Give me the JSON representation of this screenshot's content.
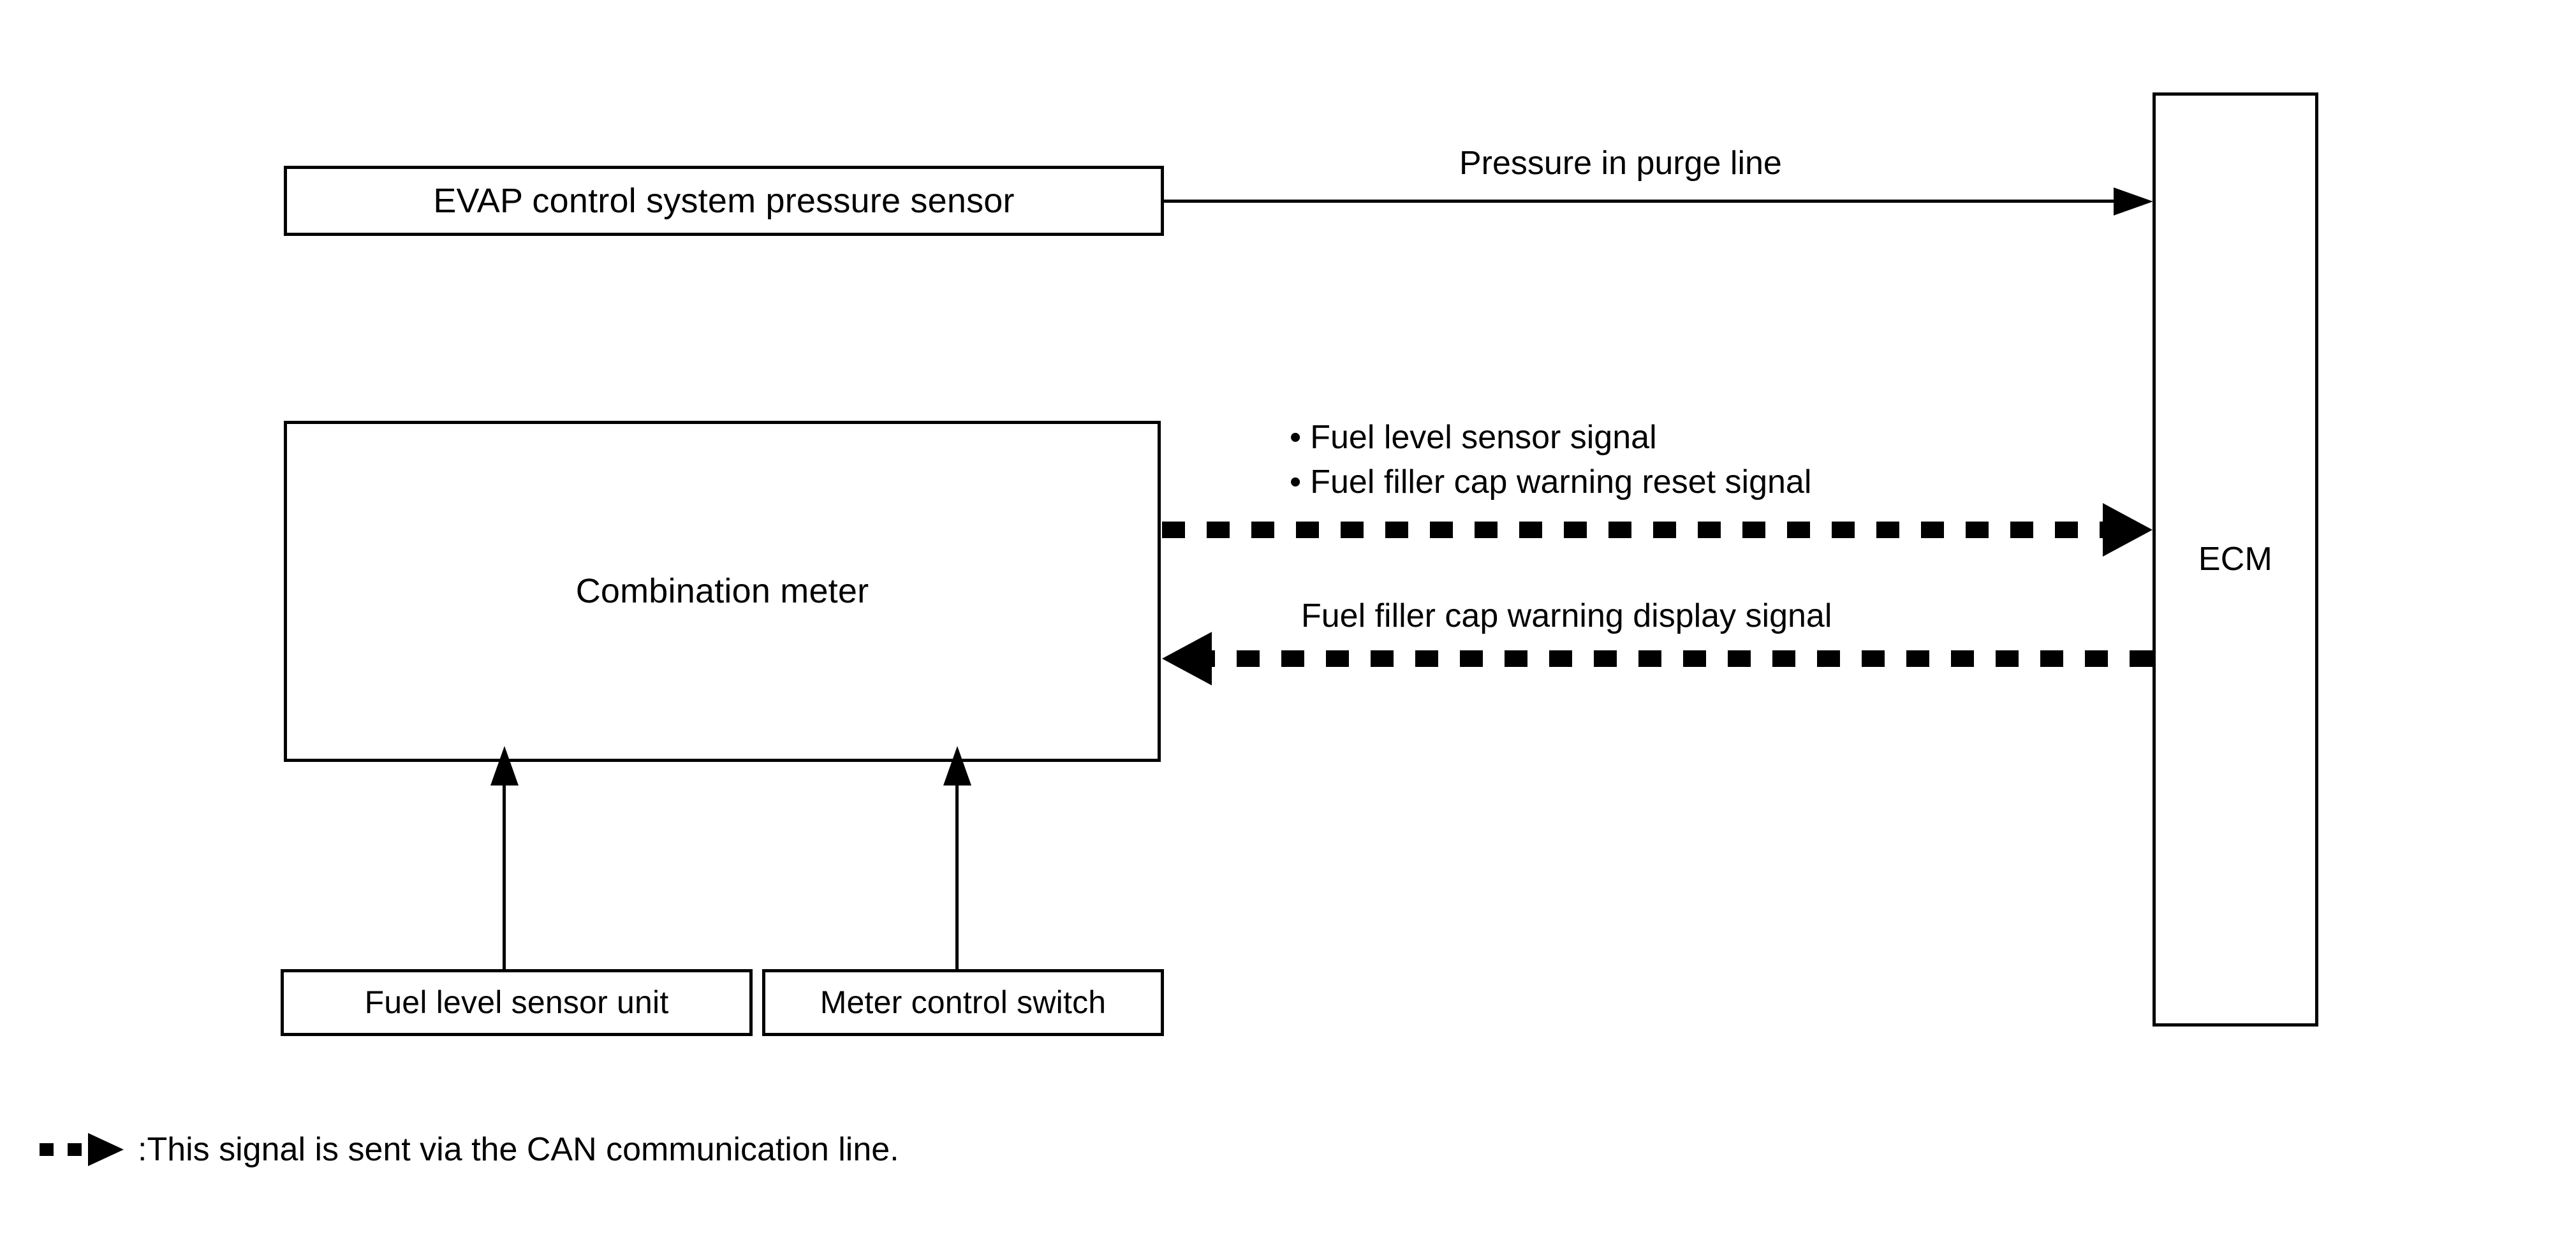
{
  "diagram": {
    "nodes": {
      "evap_sensor": "EVAP control system pressure sensor",
      "combination_meter": "Combination meter",
      "ecm": "ECM",
      "fuel_level_sensor_unit": "Fuel level sensor unit",
      "meter_control_switch": "Meter control switch"
    },
    "edge_labels": {
      "pressure_in_purge_line": "Pressure in purge line",
      "fuel_level_sensor_signal": "Fuel level sensor signal",
      "fuel_filler_cap_warning_reset_signal": "Fuel filler cap warning reset signal",
      "fuel_filler_cap_warning_display_signal": "Fuel filler cap warning display signal"
    },
    "bullet_glyph": "•",
    "legend": {
      "glyph_name": "can-bus-arrow",
      "text": ":This signal is sent via the CAN communication line."
    },
    "colors": {
      "stroke": "#000000",
      "fill": "#ffffff"
    }
  }
}
